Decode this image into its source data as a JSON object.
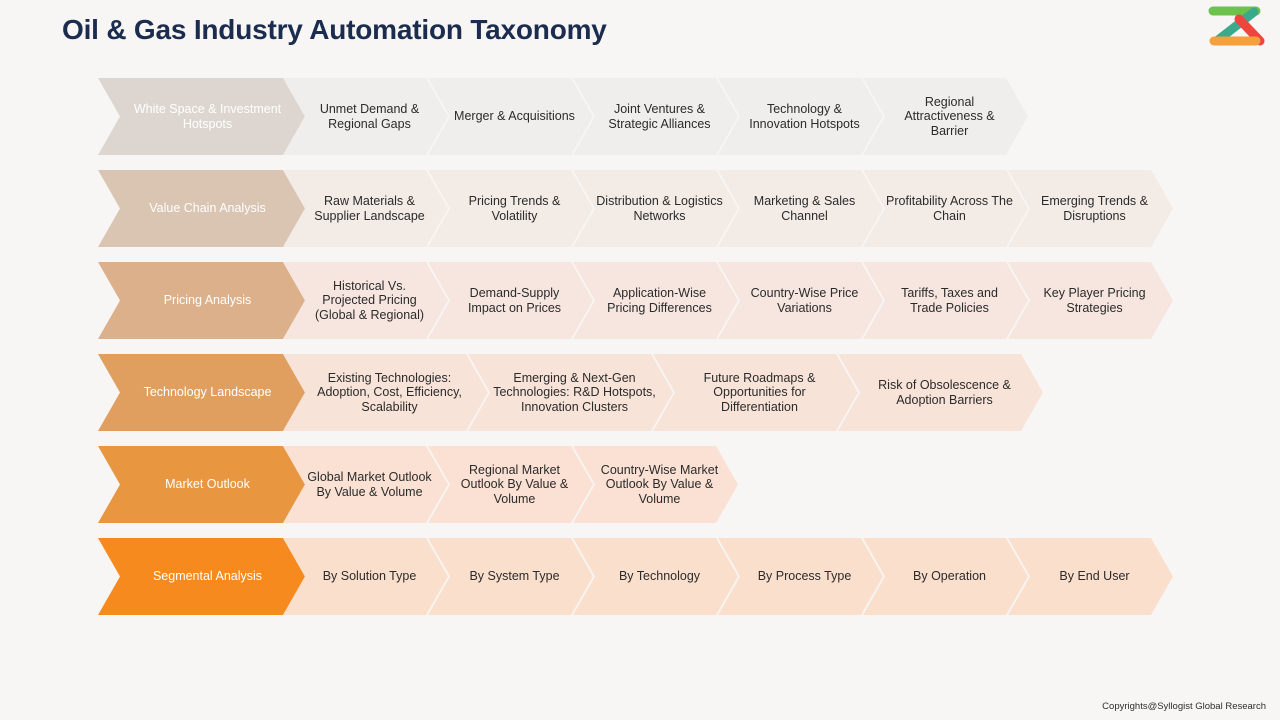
{
  "title": "Oil & Gas Industry Automation Taxonomy",
  "footer": "Copyrights@Syllogist Global Research",
  "logo": {
    "name": "syllogist-logo",
    "colors": [
      "#6cc24a",
      "#3aa98c",
      "#f0453f",
      "#f5a03c"
    ]
  },
  "palette": {
    "background": "#f7f6f4",
    "title_color": "#1b2c4f",
    "label_colors": [
      "#ddd6d0",
      "#d9c5b2",
      "#dcb08a",
      "#e09f5f",
      "#e8963f",
      "#f68a1e"
    ],
    "cell_colors": [
      "#efeeec",
      "#f3ebe6",
      "#f6e6df",
      "#f8e3d8",
      "#fae1d3",
      "#fbdfcd"
    ]
  },
  "rows": [
    {
      "label": "White Space & Investment Hotspots",
      "cells": [
        "Unmet Demand & Regional Gaps",
        "Merger & Acquisitions",
        "Joint Ventures & Strategic Alliances",
        "Technology & Innovation Hotspots",
        "Regional Attractiveness & Barrier"
      ]
    },
    {
      "label": "Value Chain Analysis",
      "cells": [
        "Raw Materials & Supplier Landscape",
        "Pricing Trends & Volatility",
        "Distribution & Logistics Networks",
        "Marketing & Sales Channel",
        "Profitability Across The Chain",
        "Emerging Trends & Disruptions"
      ]
    },
    {
      "label": "Pricing Analysis",
      "cells": [
        "Historical Vs. Projected Pricing (Global & Regional)",
        "Demand-Supply Impact on Prices",
        "Application-Wise Pricing Differences",
        "Country-Wise Price Variations",
        "Tariffs, Taxes and Trade Policies",
        "Key Player Pricing Strategies"
      ]
    },
    {
      "label": "Technology Landscape",
      "cells": [
        "Existing Technologies: Adoption, Cost, Efficiency, Scalability",
        "Emerging & Next-Gen Technologies: R&D Hotspots, Innovation Clusters",
        "Future Roadmaps & Opportunities for Differentiation",
        "Risk of Obsolescence & Adoption Barriers"
      ]
    },
    {
      "label": "Market Outlook",
      "cells": [
        "Global Market Outlook By Value & Volume",
        "Regional Market Outlook By Value & Volume",
        "Country-Wise Market Outlook By Value & Volume"
      ]
    },
    {
      "label": "Segmental Analysis",
      "cells": [
        "By Solution Type",
        "By System Type",
        "By Technology",
        "By Process Type",
        "By Operation",
        "By End User"
      ]
    }
  ],
  "row_cell_widths": [
    165,
    165,
    165,
    205,
    165,
    165
  ]
}
